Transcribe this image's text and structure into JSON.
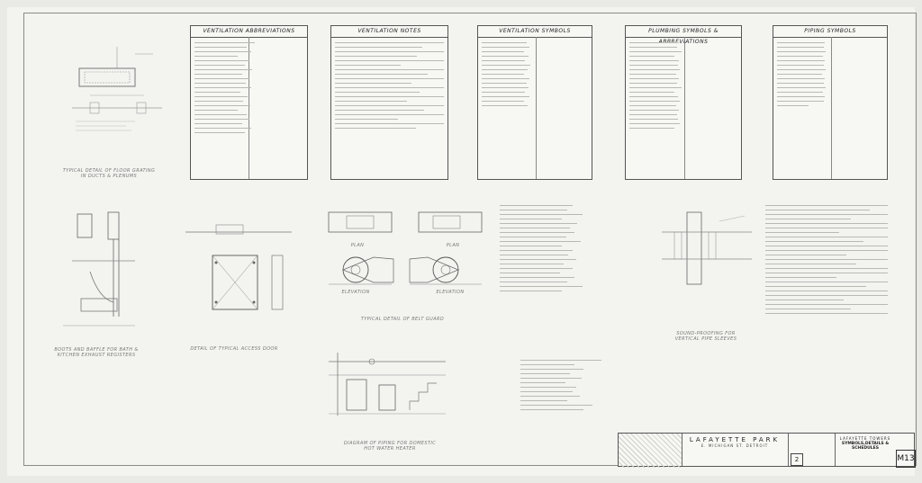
{
  "sheet": {
    "panels": [
      {
        "id": "vent-abbrev",
        "title": "VENTILATION ABBREVIATIONS"
      },
      {
        "id": "vent-notes",
        "title": "VENTILATION NOTES"
      },
      {
        "id": "vent-symbols",
        "title": "VENTILATION SYMBOLS"
      },
      {
        "id": "plumb-symbols",
        "title": "PLUMBING SYMBOLS & ABBREVIATIONS"
      },
      {
        "id": "piping-symbols",
        "title": "PIPING SYMBOLS"
      }
    ],
    "details": {
      "floor_grating": "TYPICAL DETAIL OF FLOOR GRATING IN DUCTS & PLENUMS",
      "boots_baffle": "BOOTS AND BAFFLE FOR BATH & KITCHEN EXHAUST REGISTERS",
      "access_door": "DETAIL OF TYPICAL ACCESS DOOR",
      "belt_guard": "TYPICAL DETAIL OF BELT GUARD",
      "plan_left": "PLAN",
      "plan_right": "PLAN",
      "elev_left": "ELEVATION",
      "elev_right": "ELEVATION",
      "piping_diagram": "DIAGRAM OF PIPING FOR DOMESTIC HOT WATER HEATER",
      "sound_proofing": "SOUND-PROOFING FOR VERTICAL PIPE SLEEVES"
    },
    "title_block": {
      "project": "LAFAYETTE PARK",
      "location": "E. MICHIGAN ST. DETROIT",
      "sheet_name": "LAFAYETTE TOWERS",
      "drawing_title": "SYMBOLS,DETAILS & SCHEDULES",
      "sheet_number": "M13",
      "revision": "2"
    }
  }
}
